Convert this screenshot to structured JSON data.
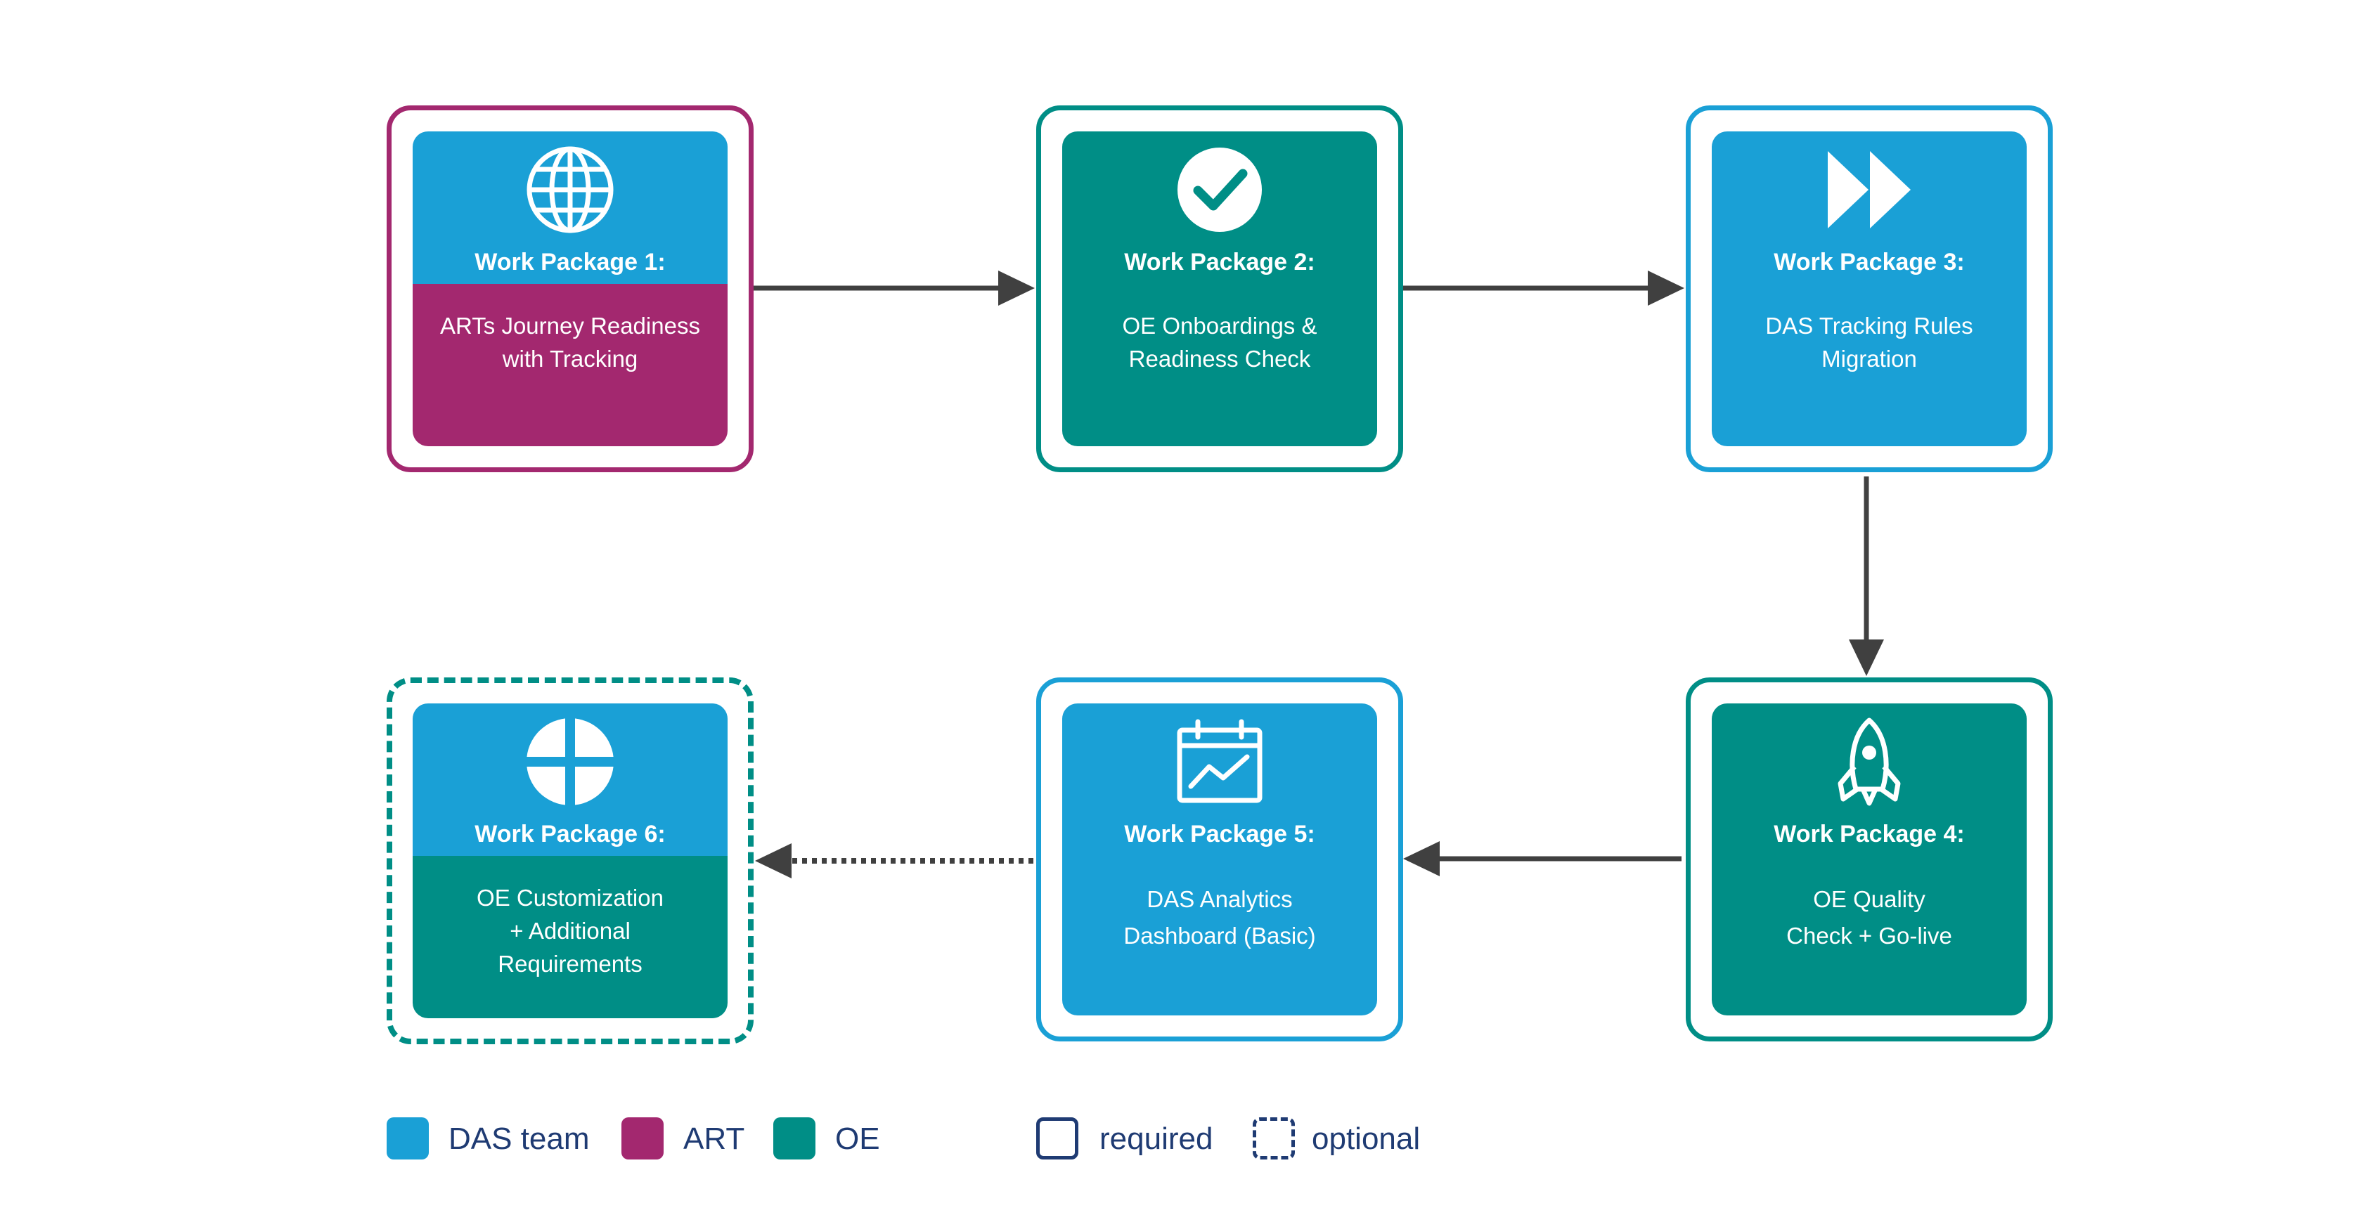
{
  "colors": {
    "das_team": "#1aa0d6",
    "art": "#a3286f",
    "oe": "#008e86",
    "legend_text": "#1f3b73",
    "arrow": "#404040"
  },
  "packages": [
    {
      "label": "Work Package 1:",
      "description": [
        "ARTs Journey Readiness",
        "with Tracking"
      ],
      "icon": "globe-icon",
      "top_team": "das_team",
      "bottom_team": "art",
      "frame_team": "art",
      "type": "required"
    },
    {
      "label": "Work Package 2:",
      "description": [
        "OE Onboardings &",
        "Readiness Check"
      ],
      "icon": "check-circle-icon",
      "top_team": "oe",
      "bottom_team": "oe",
      "frame_team": "oe",
      "type": "required"
    },
    {
      "label": "Work Package 3:",
      "description": [
        "DAS Tracking Rules",
        "Migration"
      ],
      "icon": "fast-forward-icon",
      "top_team": "das_team",
      "bottom_team": "das_team",
      "frame_team": "das_team",
      "type": "required"
    },
    {
      "label": "Work Package 4:",
      "description": [
        "OE Quality",
        "Check + Go-live"
      ],
      "icon": "rocket-icon",
      "top_team": "oe",
      "bottom_team": "oe",
      "frame_team": "oe",
      "type": "required"
    },
    {
      "label": "Work Package 5:",
      "description": [
        "DAS Analytics",
        "Dashboard (Basic)"
      ],
      "icon": "calendar-chart-icon",
      "top_team": "das_team",
      "bottom_team": "das_team",
      "frame_team": "das_team",
      "type": "required"
    },
    {
      "label": "Work Package 6:",
      "description": [
        "OE Customization",
        "+ Additional",
        "Requirements"
      ],
      "icon": "plus-circle-icon",
      "top_team": "das_team",
      "bottom_team": "oe",
      "frame_team": "oe",
      "type": "optional"
    }
  ],
  "flow": [
    {
      "from": 1,
      "to": 2,
      "style": "solid"
    },
    {
      "from": 2,
      "to": 3,
      "style": "solid"
    },
    {
      "from": 3,
      "to": 4,
      "style": "solid"
    },
    {
      "from": 4,
      "to": 5,
      "style": "solid"
    },
    {
      "from": 5,
      "to": 6,
      "style": "dotted"
    }
  ],
  "legend": {
    "das_team": "DAS team",
    "art": "ART",
    "oe": "OE",
    "required": "required",
    "optional": "optional"
  }
}
